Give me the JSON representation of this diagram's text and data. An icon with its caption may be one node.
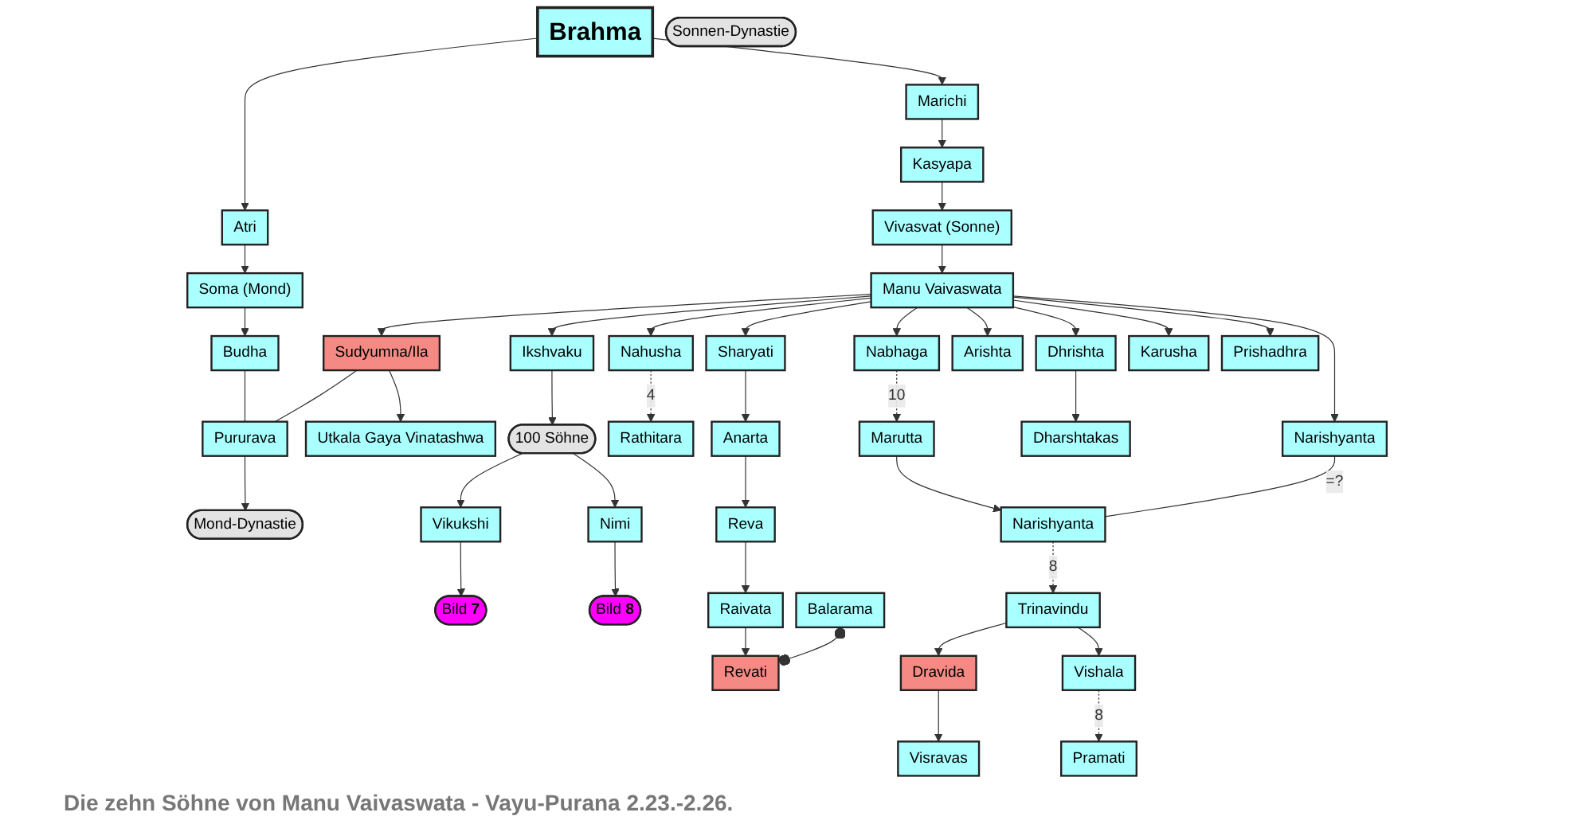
{
  "diagram": {
    "caption": "Die zehn Söhne von Manu Vaivaswata - Vayu-Purana 2.23.-2.26.",
    "nodes": [
      {
        "text": [
          "Brahma"
        ]
      },
      {
        "text": [
          "Atri"
        ]
      },
      {
        "text": [
          "Marichi"
        ]
      },
      {
        "text": [
          "Soma (Mond)"
        ]
      },
      {
        "text": [
          "Vivasvat (Sonne)"
        ]
      },
      {
        "text": [
          "Kasyapa"
        ]
      },
      {
        "text": [
          "Budha"
        ]
      },
      {
        "text": [
          "Sudyumna/Ila"
        ]
      },
      {
        "text": [
          "Manu Vaivaswata"
        ]
      },
      {
        "text": [
          "Pururava"
        ]
      },
      {
        "text": [
          "Utkala Gaya Vinatashwa"
        ]
      },
      {
        "text": [
          "Ikshvaku"
        ]
      },
      {
        "text": [
          "Nahusha"
        ]
      },
      {
        "text": [
          "Dhrishta"
        ]
      },
      {
        "text": [
          "Sharyati"
        ]
      },
      {
        "text": [
          "Arishta"
        ]
      },
      {
        "text": [
          "Nabhaga"
        ]
      },
      {
        "text": [
          "Karusha"
        ]
      },
      {
        "text": [
          "Prishadhra"
        ]
      },
      {
        "text": [
          "100 Söhne"
        ]
      },
      {
        "text": [
          "Rathitara"
        ]
      },
      {
        "text": [
          "Anarta"
        ]
      },
      {
        "text": [
          "Marutta"
        ]
      },
      {
        "text": [
          "Mond-Dynastie"
        ]
      },
      {
        "text": [
          "Vikukshi"
        ]
      },
      {
        "text": [
          "Nimi"
        ]
      },
      {
        "text": [
          "Dharshtakas"
        ]
      },
      {
        "text": [
          "Reva"
        ]
      },
      {
        "text": [
          "Narishyanta"
        ]
      },
      {
        "text": [
          "Narishyanta"
        ]
      },
      {
        "text": [
          "Bild **7**"
        ]
      },
      {
        "text": [
          "Bild **8**"
        ]
      },
      {
        "text": [
          "Raivata"
        ]
      },
      {
        "text": [
          "Trinavindu"
        ]
      },
      {
        "text": [
          "Balarama"
        ]
      },
      {
        "text": [
          "Revati"
        ]
      },
      {
        "text": [
          "Sonnen-Dynastie"
        ]
      },
      {
        "text": [
          "Dravida"
        ]
      },
      {
        "text": [
          "Vishala"
        ]
      },
      {
        "text": [
          "Visravas"
        ]
      },
      {
        "text": [
          "Pramati"
        ]
      }
    ],
    "edges": [
      {
        "from": 0,
        "to": 1,
        "arrow": "to"
      },
      {
        "from": 0,
        "to": 2,
        "arrow": "to"
      },
      {
        "from": 1,
        "to": 3,
        "arrow": "to"
      },
      {
        "from": 2,
        "to": 5,
        "arrow": "to"
      },
      {
        "from": 5,
        "to": 4,
        "arrow": "to"
      },
      {
        "from": 3,
        "to": 6,
        "arrow": "to"
      },
      {
        "from": 4,
        "to": 8,
        "arrow": "to"
      },
      {
        "from": 8,
        "to": 7,
        "arrow": "to"
      },
      {
        "from": 6,
        "to": 9,
        "arrow": "none"
      },
      {
        "from": 7,
        "to": 9,
        "arrow": "none"
      },
      {
        "from": 7,
        "to": 10,
        "arrow": "to"
      },
      {
        "from": 9,
        "to": 23,
        "arrow": "to"
      },
      {
        "from": 8,
        "to": 11,
        "arrow": "to"
      },
      {
        "from": 8,
        "to": 12,
        "arrow": "to"
      },
      {
        "from": 8,
        "to": 13,
        "arrow": "to"
      },
      {
        "from": 8,
        "to": 14,
        "arrow": "to"
      },
      {
        "from": 8,
        "to": 28,
        "arrow": "to"
      },
      {
        "from": 8,
        "to": 18,
        "arrow": "to"
      },
      {
        "from": 8,
        "to": 17,
        "arrow": "to"
      },
      {
        "from": 8,
        "to": 15,
        "arrow": "to"
      },
      {
        "from": 8,
        "to": 16,
        "arrow": "to"
      },
      {
        "from": 11,
        "to": 19,
        "arrow": "to"
      },
      {
        "from": 19,
        "to": 24,
        "arrow": "to"
      },
      {
        "from": 19,
        "to": 25,
        "arrow": "to"
      },
      {
        "from": 24,
        "to": 30,
        "arrow": "to"
      },
      {
        "from": 25,
        "to": 31,
        "arrow": "to"
      },
      {
        "from": 12,
        "to": 20,
        "arrow": "to",
        "style": "dashed",
        "label": "4"
      },
      {
        "from": 13,
        "to": 26,
        "arrow": "to"
      },
      {
        "from": 14,
        "to": 21,
        "arrow": "to"
      },
      {
        "from": 21,
        "to": 27,
        "arrow": "to"
      },
      {
        "from": 27,
        "to": 32,
        "arrow": "to"
      },
      {
        "from": 32,
        "to": 35,
        "arrow": "to"
      },
      {
        "from": 34,
        "to": 35,
        "arrow": "other"
      },
      {
        "from": 16,
        "to": 22,
        "arrow": "to",
        "style": "dashed",
        "label": "10"
      },
      {
        "from": 22,
        "to": 29,
        "arrow": "to"
      },
      {
        "from": 28,
        "to": 29,
        "arrow": "none",
        "label": "=?"
      },
      {
        "from": 29,
        "to": 33,
        "arrow": "to",
        "style": "dashed",
        "label": "8"
      },
      {
        "from": 33,
        "to": 37,
        "arrow": "to"
      },
      {
        "from": 33,
        "to": 38,
        "arrow": "to"
      },
      {
        "from": 37,
        "to": 39,
        "arrow": "to"
      },
      {
        "from": 38,
        "to": 40,
        "arrow": "to",
        "style": "dashed",
        "label": "8"
      }
    ]
  }
}
